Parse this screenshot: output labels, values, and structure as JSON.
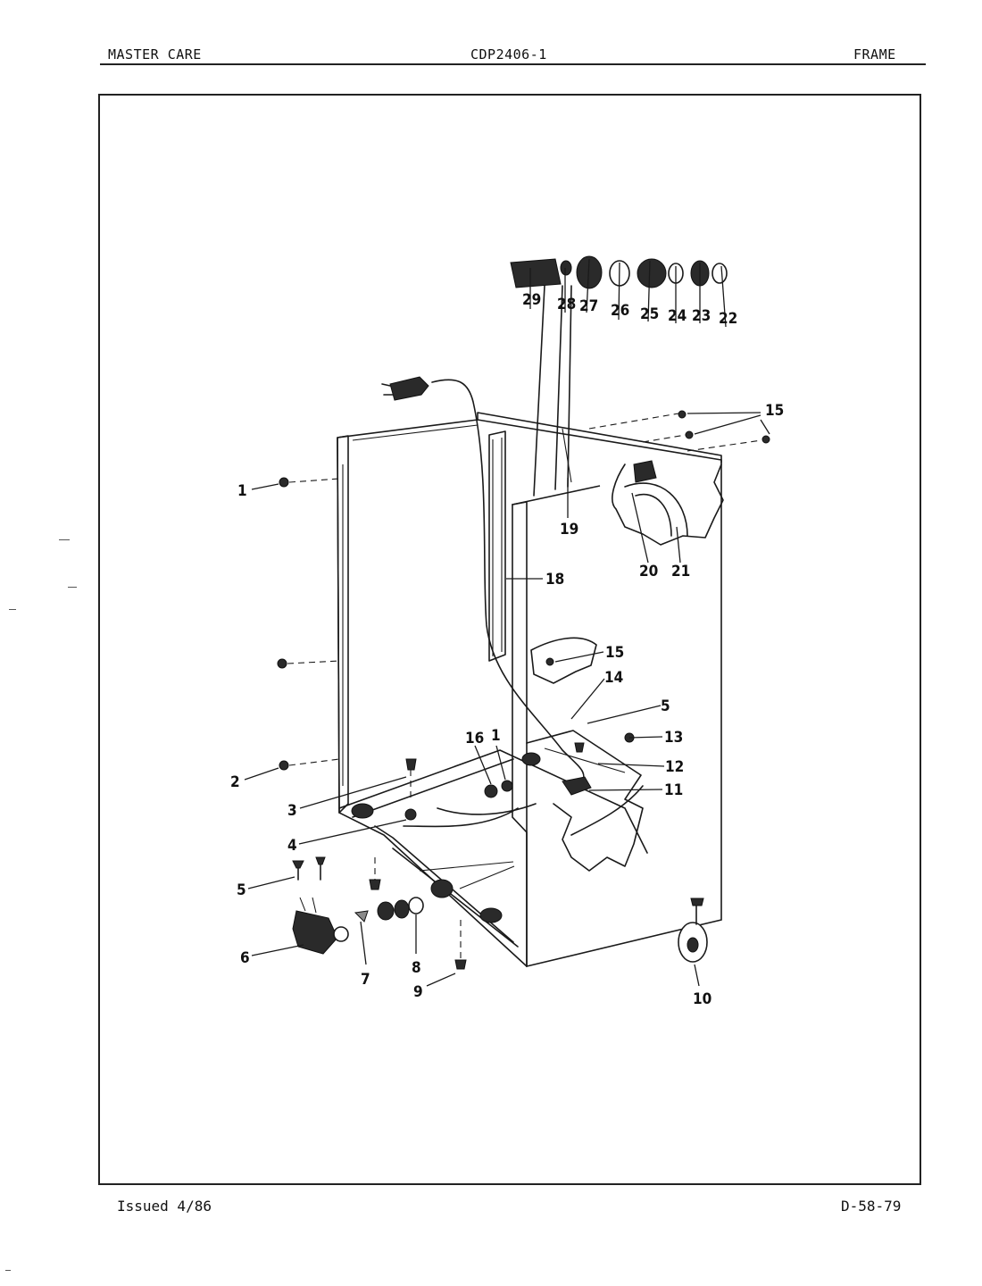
{
  "header": {
    "brand": "MASTER CARE",
    "model": "CDP2406-1",
    "section": "FRAME"
  },
  "footer": {
    "issued": "Issued 4/86",
    "page_code": "D-58-79"
  },
  "callouts": {
    "c29": "29",
    "c28": "28",
    "c27": "27",
    "c26": "26",
    "c25": "25",
    "c24": "24",
    "c23": "23",
    "c22": "22",
    "c15_top": "15",
    "c1_left": "1",
    "c19": "19",
    "c20": "20",
    "c21": "21",
    "c18": "18",
    "c15_mid": "15",
    "c14": "14",
    "c5_right": "5",
    "c13": "13",
    "c16": "16",
    "c1_mid": "1",
    "c12": "12",
    "c2": "2",
    "c3": "3",
    "c11": "11",
    "c4": "4",
    "c5_left": "5",
    "c6": "6",
    "c7": "7",
    "c8": "8",
    "c9": "9",
    "c10": "10"
  }
}
